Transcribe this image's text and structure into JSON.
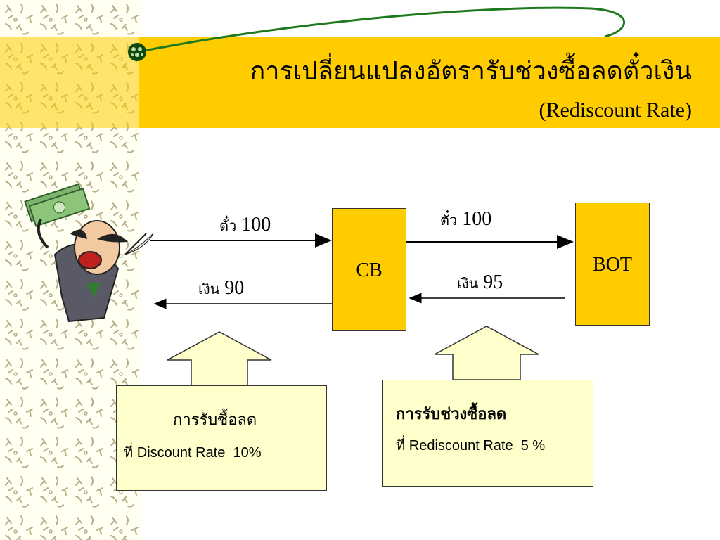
{
  "title": {
    "thai": "การเปลี่ยนแปลงอัตรารับช่วงซื้อลดตั๋วเงิน",
    "english": "(Rediscount Rate)"
  },
  "nodes": {
    "cb": "CB",
    "bot": "BOT"
  },
  "flows": {
    "left_top": {
      "thai": "ตั๋ว",
      "value": "100"
    },
    "left_bottom": {
      "thai": "เงิน",
      "value": "90"
    },
    "right_top": {
      "thai": "ตั๋ว",
      "value": "100"
    },
    "right_bottom": {
      "thai": "เงิน",
      "value": "95"
    }
  },
  "notes": {
    "left": {
      "line1": "การรับซื้อลด",
      "line2_prefix": "ที่",
      "line2": "Discount Rate  10%"
    },
    "right": {
      "line1": "การรับช่วงซื้อลด",
      "line2_prefix": "ที่",
      "line2": "Rediscount Rate  5 %"
    }
  },
  "colors": {
    "accent": "#FFCC00",
    "note": "#FFFFCC",
    "swoosh": "#1F7A1F"
  },
  "icons": [
    "leaf-pattern-decoration",
    "green-bead-icon",
    "banker-with-money-illustration"
  ]
}
